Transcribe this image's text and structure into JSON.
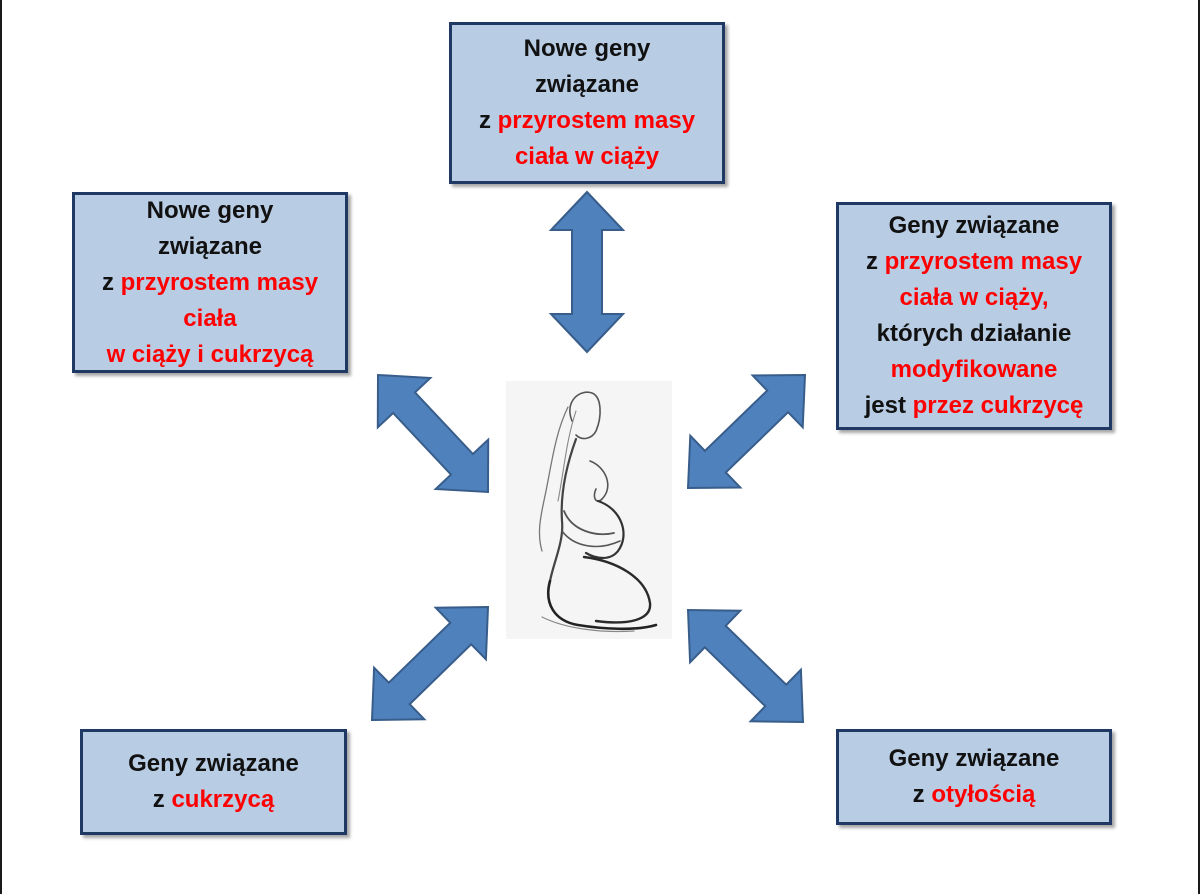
{
  "diagram": {
    "boxes": {
      "top": {
        "lines": [
          [
            {
              "text": "Nowe geny",
              "red": false
            }
          ],
          [
            {
              "text": "związane",
              "red": false
            }
          ],
          [
            {
              "text": "z ",
              "red": false
            },
            {
              "text": "przyrostem masy",
              "red": true
            }
          ],
          [
            {
              "text": "ciała w ciąży",
              "red": true
            }
          ]
        ]
      },
      "left": {
        "lines": [
          [
            {
              "text": "Nowe geny",
              "red": false
            }
          ],
          [
            {
              "text": "związane",
              "red": false
            }
          ],
          [
            {
              "text": "z ",
              "red": false
            },
            {
              "text": "przyrostem masy",
              "red": true
            }
          ],
          [
            {
              "text": "ciała",
              "red": true
            }
          ],
          [
            {
              "text": "w ciąży  i cukrzycą",
              "red": true
            }
          ]
        ]
      },
      "right": {
        "lines": [
          [
            {
              "text": "Geny związane",
              "red": false
            }
          ],
          [
            {
              "text": "z ",
              "red": false
            },
            {
              "text": "przyrostem masy",
              "red": true
            }
          ],
          [
            {
              "text": "ciała w ciąży,",
              "red": true
            }
          ],
          [
            {
              "text": "których działanie",
              "red": false
            }
          ],
          [
            {
              "text": "modyfikowane",
              "red": true
            }
          ],
          [
            {
              "text": "jest ",
              "red": false
            },
            {
              "text": "przez cukrzycę",
              "red": true
            }
          ]
        ]
      },
      "bottom_left": {
        "lines": [
          [
            {
              "text": "Geny związane",
              "red": false
            }
          ],
          [
            {
              "text": "z ",
              "red": false
            },
            {
              "text": "cukrzycą",
              "red": true
            }
          ]
        ]
      },
      "bottom_right": {
        "lines": [
          [
            {
              "text": "Geny związane",
              "red": false
            }
          ],
          [
            {
              "text": "z ",
              "red": false
            },
            {
              "text": "otyłością",
              "red": true
            }
          ]
        ]
      }
    },
    "colors": {
      "box_fill": "#b8cce4",
      "box_border": "#1f3864",
      "highlight_text": "#ff0000",
      "arrow_fill": "#4f81bd",
      "arrow_stroke": "#385d8a"
    },
    "center_image": "pregnant-woman-sketch"
  }
}
